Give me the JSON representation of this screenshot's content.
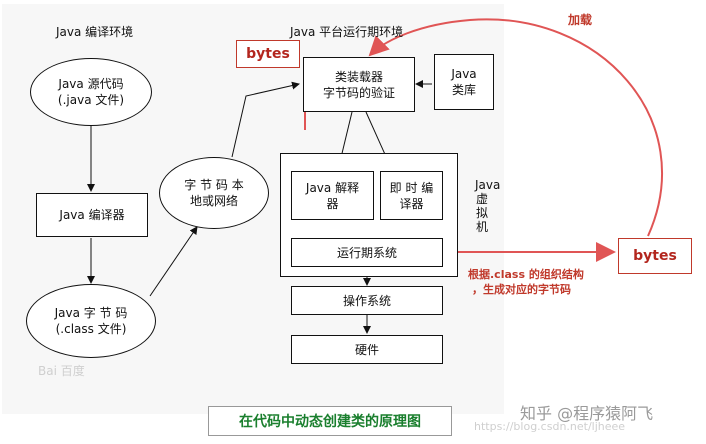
{
  "headings": {
    "compile_env": "Java 编译环境",
    "runtime_env": "Java 平台运行期环境"
  },
  "nodes": {
    "source_code": "Java  源代码\n(.java 文件)",
    "compiler": "Java 编译器",
    "bytecode": "Java   字 节 码\n(.class 文件)",
    "network": "字 节 码 本\n地或网络",
    "class_loader": "类装载器\n字节码的验证",
    "class_library": "Java\n类库",
    "interpreter": "Java 解释\n器",
    "jit": "即 时 编\n译器",
    "runtime_system": "运行期系统",
    "jvm": "Java\n虚\n拟\n机",
    "os": "操作系统",
    "hardware": "硬件"
  },
  "annotations": {
    "bytes_top": "bytes",
    "bytes_right": "bytes",
    "load": "加载",
    "note_line1": "根据.class 的组织结构",
    "note_line2": "，生成对应的字节码",
    "caption": "在代码中动态创建类的原理图"
  },
  "watermarks": {
    "baidu": "Bai 百度",
    "zhihu": "知乎 @程序猿阿飞",
    "blog": "https://blog.csdn.net/ljheee"
  },
  "colors": {
    "annotation_red": "#c0392b",
    "caption_green": "#1a7f2e",
    "panel_bg": "#f7f7f7"
  }
}
